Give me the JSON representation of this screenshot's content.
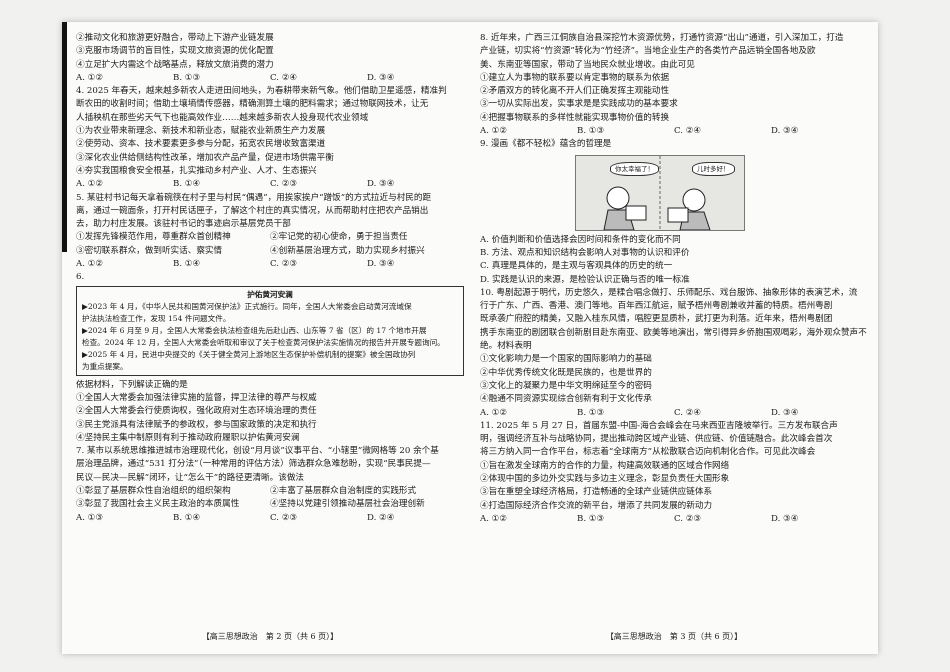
{
  "left": {
    "lines": [
      "②推动文化和旅游更好融合，带动上下游产业链发展",
      "③克服市场调节的盲目性，实现文旅资源的优化配置",
      "④立足扩大内需这个战略基点，释放文旅消费的潜力"
    ],
    "q3opts": [
      "A. ①②",
      "B. ①③",
      "C. ②④",
      "D. ③④"
    ],
    "q4": [
      "4. 2025 年春天，越来越多新农人走进田间地头，为春耕带来新气象。他们借助卫星遥感，精准判",
      "断农田的收割时间；借助土壤墒情传感器，精确测算土壤的肥料需求；通过物联网技术，让无",
      "人插秧机在那些劣天气下也能高效作业……越来越多新农人投身现代农业领域",
      "①为农业带来新理念、新技术和新业态，赋能农业新质生产力发展",
      "②使劳动、资本、技术要素更多参与分配，拓宽农民增收致富渠道",
      "③深化农业供给侧结构性改革，增加农产品产量，促进市场供需平衡",
      "④夯实我国粮食安全根基，扎实推动乡村产业、人才、生态振兴"
    ],
    "q4opts": [
      "A. ①②",
      "B. ①④",
      "C. ②③",
      "D. ③④"
    ],
    "q5": [
      "5. 某驻村书记每天拿着碗筷在村子里与村民“偶遇”，用挨家挨户“蹭饭”的方式拉近与村民的距",
      "离，通过一碗面条，打开村民话匣子，了解这个村庄的真实情况，从而帮助村庄把农产品销出",
      "去，助力村庄发展。该驻村书记的事迹启示基层党员干部"
    ],
    "q5items": [
      "①发挥先锋模范作用，尊重群众首创精神",
      "②牢记党的初心使命，勇于担当责任",
      "③密切联系群众，做到听实话、察实情",
      "④创新基层治理方式，助力实现乡村振兴"
    ],
    "q5opts": [
      "A. ①②",
      "B. ①④",
      "C. ②③",
      "D. ③④"
    ],
    "q6num": "6.",
    "boxTitle": "护佑黄河安澜",
    "boxLines": [
      "▶2023 年 4 月，《中华人民共和国黄河保护法》正式施行。同年，全国人大常委会启动黄河流域保",
      "护法执法检查工作，发现 154 件问题文件。",
      "▶2024 年 6 月至 9 月，全国人大常委会执法检查组先后赴山西、山东等 7 省（区）的 17 个地市开展",
      "检查。2024 年 12 月，全国人大常委会听取和审议了关于检查黄河保护法实施情况的报告并开展专题询问。",
      "▶2025 年 4 月，民进中央提交的《关于健全黄河上游地区生态保护补偿机制的提案》被全国政协列",
      "为重点提案。"
    ],
    "q6": [
      "依据材料，下列解读正确的是",
      "①全国人大常委会加强法律实施的监督，捍卫法律的尊严与权威",
      "②全国人大常委会行使质询权，强化政府对生态环境治理的责任",
      "③民主党派具有法律赋予的参政权，参与国家政策的决定和执行",
      "④坚持民主集中制原则有利于推动政府履职以护佑黄河安澜"
    ],
    "q7": [
      "7. 某市以系统思维推进城市治理现代化，创设“月月谈”议事平台、“小辖里”微网格等 20 余个基",
      "层治理品牌，通过“531 打分法”（一种常用的评估方法）筛选群众急难愁盼，实现“民事民提—",
      "民议—民决—民解”闭环，让“怎么干”的路径更清晰。该做法"
    ],
    "q7items": [
      "①彰显了基层群众性自治组织的组织架构",
      "②丰富了基层群众自治制度的实践形式",
      "③彰显了我国社会主义民主政治的本质属性",
      "④坚持以党建引领推动基层社会治理创新"
    ],
    "q7opts": [
      "A. ①③",
      "B. ①④",
      "C. ②③",
      "D. ②④"
    ],
    "footer": "【高三思想政治　第 2 页（共 6 页）】"
  },
  "right": {
    "q8": [
      "8. 近年来，广西三江侗族自治县深挖竹木资源优势，打通竹资源“出山”通道，引入深加工，打造",
      "产业链，切实将“竹资源”转化为“竹经济”。当地企业生产的各类竹产品远销全国各地及欧",
      "美、东南亚等国家，带动了当地民众就业增收。由此可见",
      "①建立人为事物的联系要以肯定事物的联系为依据",
      "②矛盾双方的转化离不开人们正确发挥主观能动性",
      "③一切从实际出发，实事求是是实践成功的基本要求",
      "④把握事物联系的多样性就能实现事物价值的转换"
    ],
    "q8opts": [
      "A. ①②",
      "B. ①③",
      "C. ②④",
      "D. ③④"
    ],
    "q9": "9. 漫画《都不轻松》蕴含的哲理是",
    "bubble1": "你太幸福了！",
    "bubble2": "儿时多好！",
    "q9items": [
      "A. 价值判断和价值选择会因时间和条件的变化而不同",
      "B. 方法、观点和知识结构会影响人对事物的认识和评价",
      "C. 真理是具体的，是主观与客观具体的历史的统一",
      "D. 实践是认识的来源，是检验认识正确与否的唯一标准"
    ],
    "q10": [
      "10. 粤剧起源于明代，历史悠久，是糅合唱念做打、乐师配乐、戏台服饰、抽象形体的表演艺术，流",
      "行于广东、广西、香港、澳门等地。百年西江航运，赋予梧州粤剧兼收并蓄的特质。梧州粤剧",
      "既承袭广府腔的精美，又融入桂东风情，唱腔更显质朴，武打更为利落。近年来，梧州粤剧团",
      "携手东南亚的剧团联合创新剧目赴东南亚、欧美等地演出，常引得异乡侨胞围观喝彩，海外观众赞声不",
      "绝。材料表明",
      "①文化影响力是一个国家的国际影响力的基础",
      "②中华优秀传统文化既是民族的，也是世界的",
      "③文化上的凝聚力是中华文明绵延至今的密码",
      "④融通不同资源实现综合创新有利于文化传承"
    ],
    "q10opts": [
      "A. ①②",
      "B. ①③",
      "C. ②④",
      "D. ③④"
    ],
    "q11": [
      "11. 2025 年 5 月 27 日，首届东盟-中国-海合会峰会在马来西亚吉隆坡举行。三方发布联合声",
      "明，强调经济互补与战略协同，提出推动跨区域产业链、供应链、价值链融合。此次峰会首次",
      "将三方纳入同一合作平台，标志着“全球南方”从松散联合迈向机制化合作。可见此次峰会",
      "①旨在激发全球南方的合作的力量，构建高效联通的区域合作网络",
      "②体现中国的多边外交实践与多边主义理念，彰显负责任大国形象",
      "③旨在重塑全球经济格局，打造畅通的全球产业链供应链体系",
      "④打造国际经济合作交流的新平台，增添了共同发展的新动力"
    ],
    "q11opts": [
      "A. ①②",
      "B. ①③",
      "C. ②③",
      "D. ③④"
    ],
    "footer": "【高三思想政治　第 3 页（共 6 页）】"
  }
}
